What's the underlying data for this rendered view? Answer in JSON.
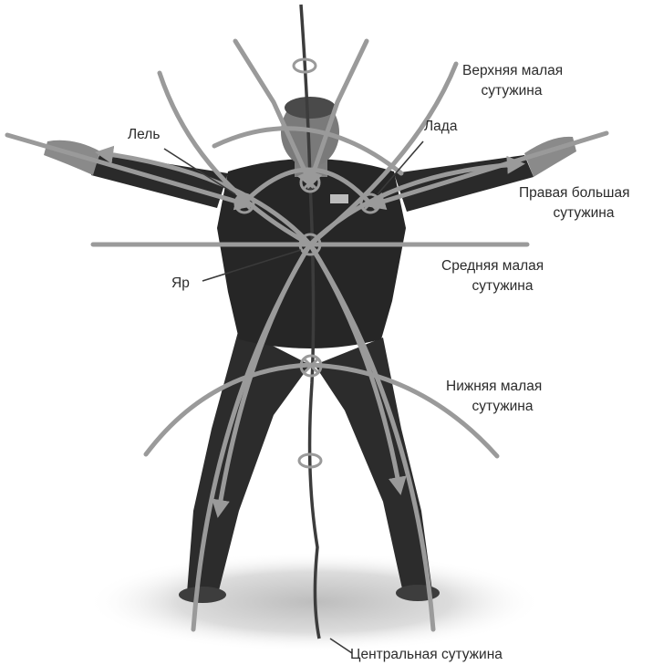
{
  "labels": {
    "upper_small": [
      "Верхняя малая",
      "сутужина"
    ],
    "lel": "Лель",
    "lada": "Лада",
    "right_big": [
      "Правая большая",
      "сутужина"
    ],
    "middle_small": [
      "Средняя малая",
      "сутужина"
    ],
    "yar": "Яр",
    "lower_small": [
      "Нижняя малая",
      "сутужина"
    ],
    "central": "Центральная сутужина"
  },
  "nodes": [
    "head-center",
    "lel",
    "lada",
    "yar",
    "lower-belly"
  ],
  "rings": [
    "top-ring",
    "bottom-ring"
  ],
  "colors": {
    "line": "#9a9a9a",
    "line_light": "#b5b5b5",
    "suit": "#2a2a2a",
    "skin": "#8a8a8a",
    "text": "#2b2b2b",
    "background": "#ffffff"
  },
  "icons": {
    "node": "circle-cross-icon",
    "ring": "ellipse-ring-icon",
    "arrow": "arrowhead-icon"
  }
}
